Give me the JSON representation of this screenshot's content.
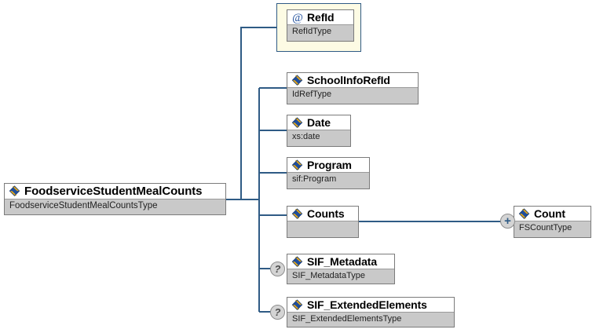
{
  "diagram": {
    "type": "xml-schema-tree",
    "title": "FoodserviceStudentMealCounts element structure",
    "colors": {
      "wire": "#2f5b85",
      "box_border": "#7b7b7b",
      "type_bar": "#c9c9c9",
      "attribute_frame_fill": "#fdfbe4",
      "attribute_frame_border": "#2f5b85",
      "marker_fill": "#d4d4d4",
      "icon_blue": "#1f4e9c",
      "icon_gold": "#e8a917"
    },
    "root": {
      "name": "FoodserviceStudentMealCounts",
      "type": "FoodserviceStudentMealCountsType",
      "icon": "element-icon"
    },
    "attributes": [
      {
        "name": "RefId",
        "type": "RefIdType",
        "icon": "at-icon",
        "kind": "attribute"
      }
    ],
    "children": [
      {
        "name": "SchoolInfoRefId",
        "type": "IdRefType",
        "icon": "element-icon",
        "marker": ""
      },
      {
        "name": "Date",
        "type": "xs:date",
        "icon": "element-icon",
        "marker": ""
      },
      {
        "name": "Program",
        "type": "sif:Program",
        "icon": "element-icon",
        "marker": ""
      },
      {
        "name": "Counts",
        "type": "",
        "icon": "element-icon",
        "marker": ""
      },
      {
        "name": "SIF_Metadata",
        "type": "SIF_MetadataType",
        "icon": "element-icon",
        "marker": "?"
      },
      {
        "name": "SIF_ExtendedElements",
        "type": "SIF_ExtendedElementsType",
        "icon": "element-icon",
        "marker": "?"
      }
    ],
    "grandchildren": [
      {
        "parent": "Counts",
        "name": "Count",
        "type": "FSCountType",
        "icon": "element-icon",
        "marker": "+"
      }
    ]
  }
}
